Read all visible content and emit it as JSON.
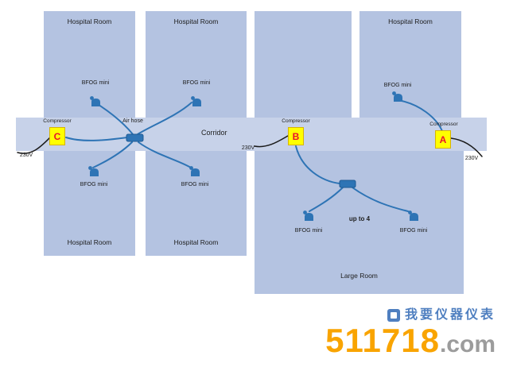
{
  "colors": {
    "room_fill": "#b4c3e1",
    "corridor_fill": "#c7d2e9",
    "hose_blue": "#2e74b5",
    "power_line_black": "#1a1a1a",
    "compressor_yellow": "#ffff00",
    "compressor_letter_red": "#e8112d",
    "watermark_orange": "#f9a400",
    "watermark_blue": "#4f7fc0",
    "watermark_gray": "#9c9c9c"
  },
  "corridor": {
    "label": "Corridor"
  },
  "air_hose": {
    "label": "Air hose"
  },
  "device_label": "BFOG mini",
  "rooms": {
    "top": [
      {
        "label": "Hospital Room"
      },
      {
        "label": "Hospital Room"
      },
      {
        "label": ""
      },
      {
        "label": "Hospital Room"
      }
    ],
    "bottom": [
      {
        "label": "Hospital Room"
      },
      {
        "label": "Hospital Room"
      }
    ],
    "large": {
      "label": "Large Room",
      "note": "up to 4"
    }
  },
  "compressors": [
    {
      "letter": "C",
      "label": "Compressor",
      "voltage": "230V"
    },
    {
      "letter": "B",
      "label": "Compressor",
      "voltage": "230V"
    },
    {
      "letter": "A",
      "label": "Compressor",
      "voltage": "230V"
    }
  ],
  "watermark": {
    "site_name": "我要仪器仪表",
    "number": "511718",
    "suffix": ".com"
  }
}
